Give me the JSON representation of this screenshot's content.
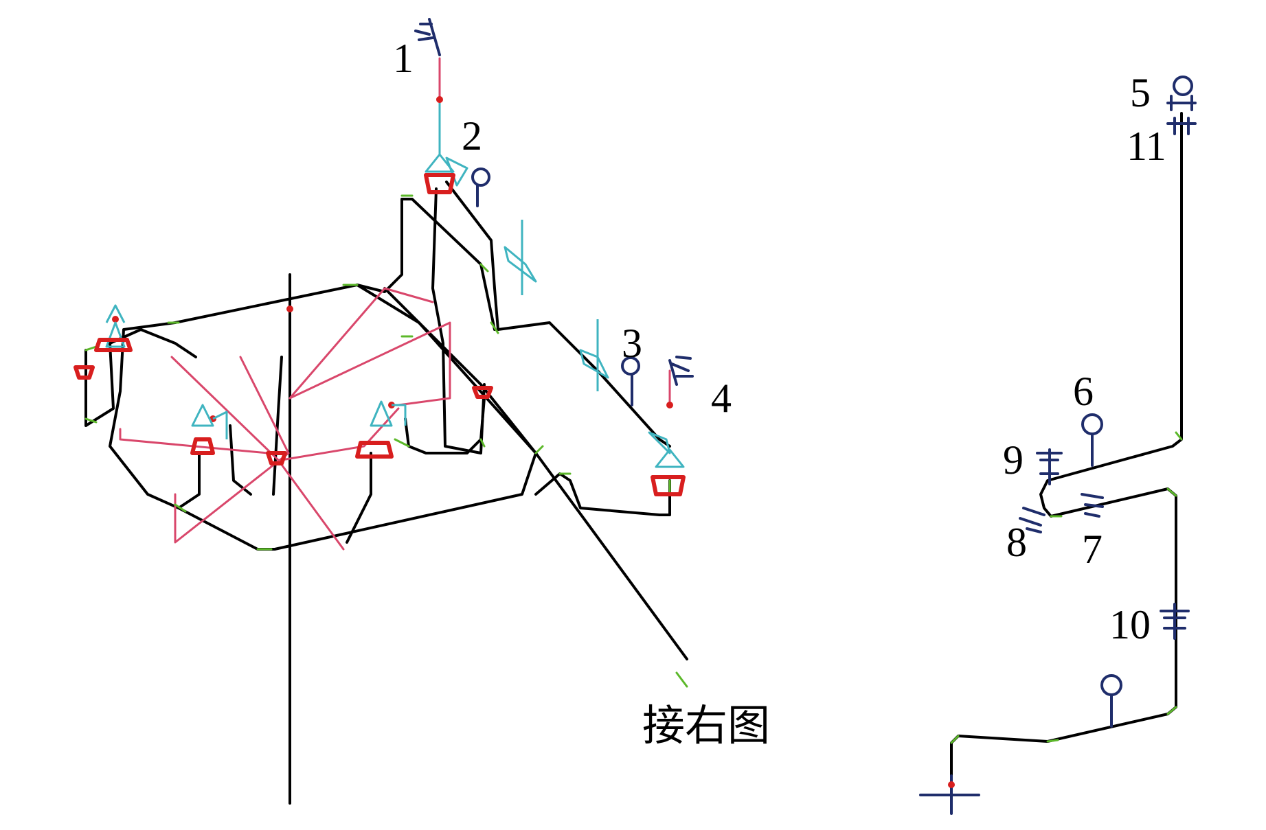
{
  "labels": {
    "n1": "1",
    "n2": "2",
    "n3": "3",
    "n4": "4",
    "n5": "5",
    "n6": "6",
    "n7": "7",
    "n8": "8",
    "n9": "9",
    "n10": "10",
    "n11": "11",
    "connect_note": "接右图"
  },
  "colors": {
    "pipe": "#000000",
    "junction_bend": "#5cb82a",
    "pink_branch": "#d9476b",
    "valve_cyan": "#3fb4c0",
    "reducer_red": "#d81e1e",
    "fitting_navy": "#1f2d6b",
    "node_dot": "#d81e1e"
  },
  "icons": [
    "valve-icon",
    "reducer-icon",
    "flange-icon",
    "support-icon",
    "anchor-cross-icon"
  ]
}
